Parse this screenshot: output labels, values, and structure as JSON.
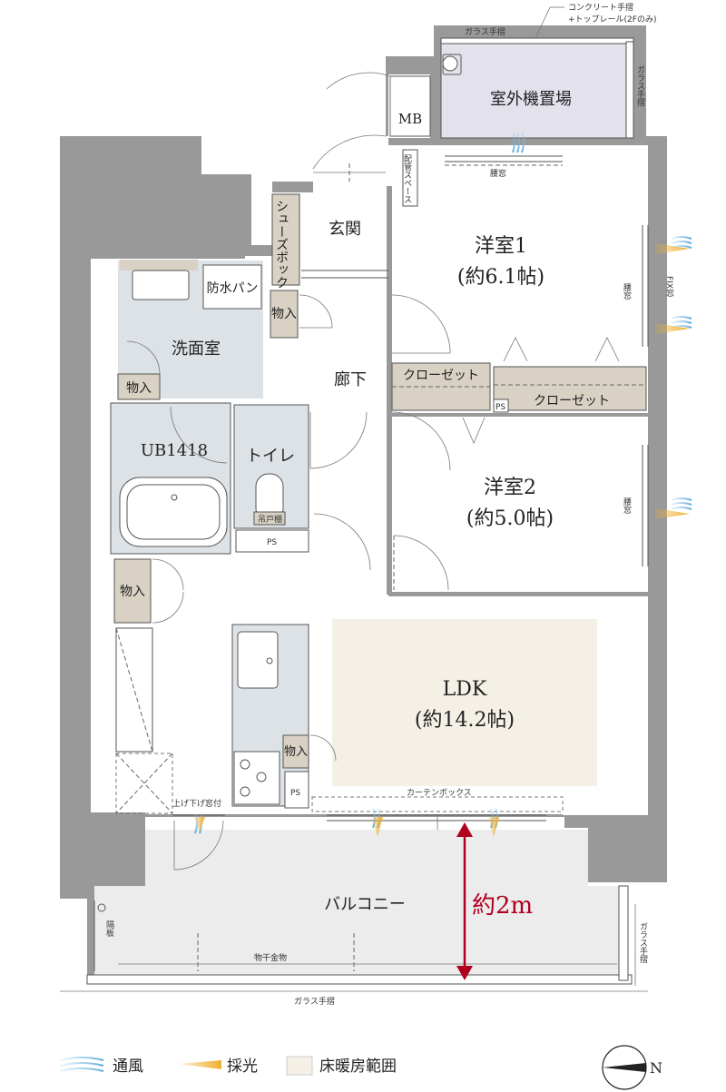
{
  "rooms": {
    "outdoor_unit": "室外機置場",
    "mb": "MB",
    "pipe_space": "配管スペース",
    "entrance": "玄関",
    "shoe_box": "シューズボックス",
    "western1_name": "洋室1",
    "western1_size": "(約6.1帖)",
    "waterproof_pan": "防水パン",
    "storage": "物入",
    "washroom": "洗面室",
    "hallway": "廊下",
    "closet": "クローゼット",
    "ps": "PS",
    "bath": "UB1418",
    "toilet": "トイレ",
    "hanging_shelf": "吊戸棚",
    "western2_name": "洋室2",
    "western2_size": "(約5.0帖)",
    "ldk_name": "LDK",
    "ldk_size": "(約14.2帖)",
    "balcony": "バルコニー"
  },
  "notes": {
    "concrete_rail": "コンクリート手摺",
    "top_rail": "+トップレール(2Fのみ)",
    "glass_rail": "ガラス手摺",
    "waist_window": "腰窓",
    "fix_window": "FIX窓",
    "curtain_box": "カーテンボックス",
    "lift_window": "上げ下げ窓付",
    "partition": "隔板",
    "drying_hardware": "物干金物",
    "balcony_depth": "約2m"
  },
  "legend": {
    "ventilation": "通風",
    "daylight": "採光",
    "floor_heating": "床暖房範囲",
    "north_label": "N"
  },
  "colors": {
    "wall": "#999999",
    "wet_area": "#dde2e7",
    "storage_fill": "#d8d1c4",
    "floor_heating": "#f4f0e6",
    "outdoor_unit": "#e3e1ec",
    "balcony": "#ececec",
    "dimension": "#b00020",
    "wind": "#8fc8e8",
    "light": "#f0b030"
  }
}
